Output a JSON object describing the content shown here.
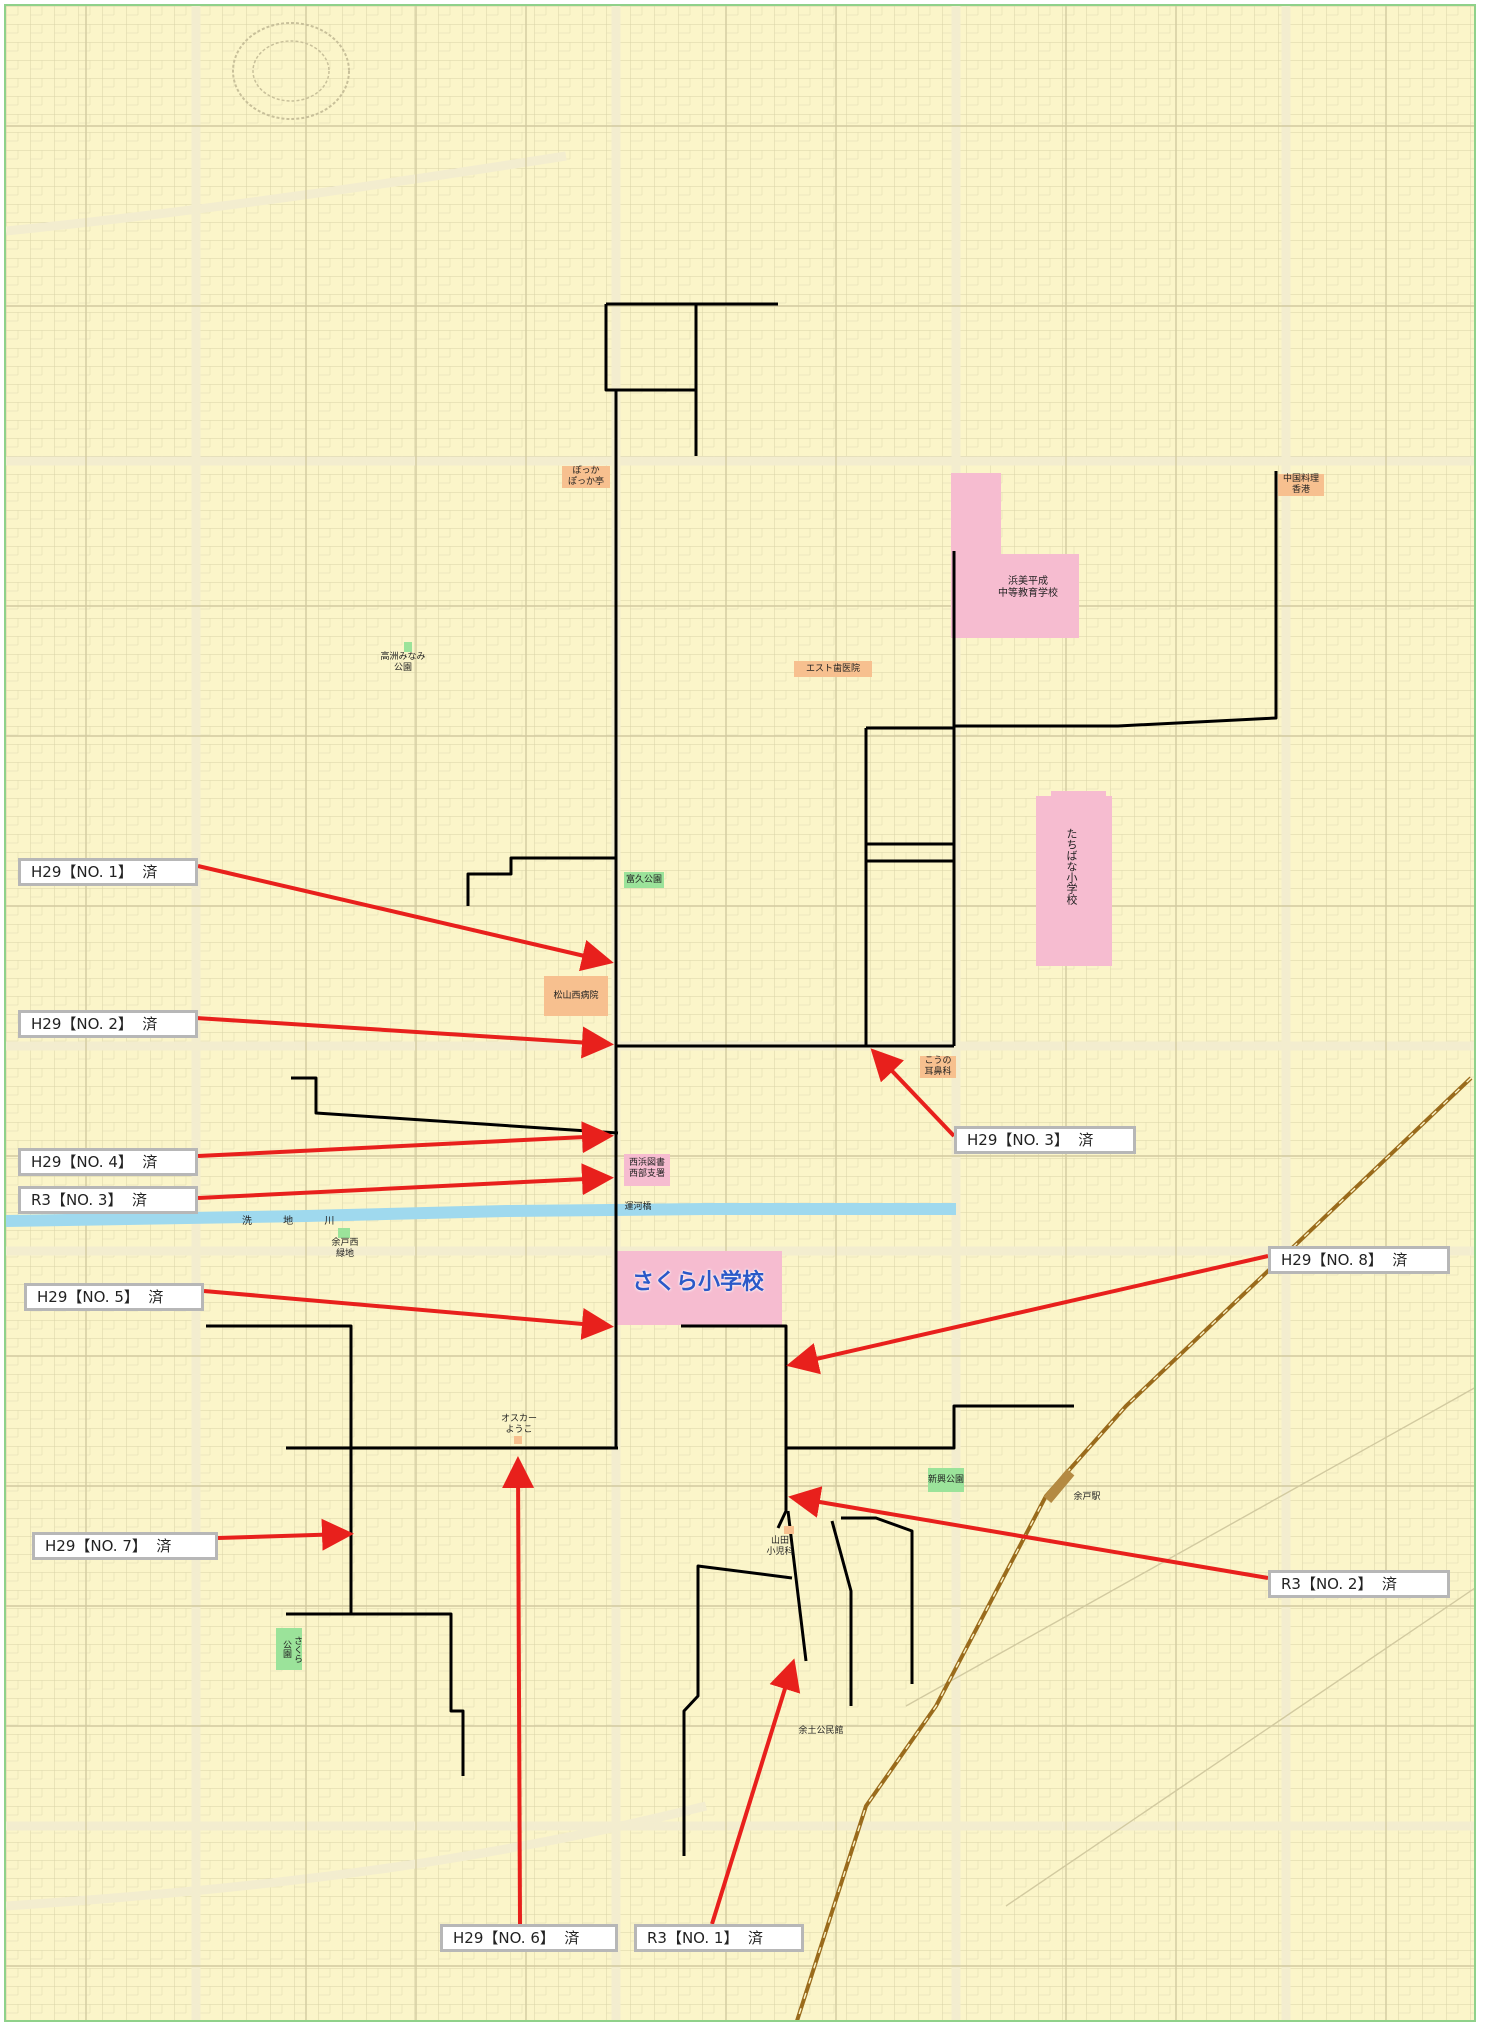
{
  "callouts": [
    {
      "id": "h29-no1",
      "label": "H29【NO. 1】  済"
    },
    {
      "id": "h29-no2",
      "label": "H29【NO. 2】  済"
    },
    {
      "id": "h29-no3",
      "label": "H29【NO. 3】  済"
    },
    {
      "id": "h29-no4",
      "label": "H29【NO. 4】  済"
    },
    {
      "id": "r3-no3",
      "label": "R3【NO. 3】  済"
    },
    {
      "id": "h29-no5",
      "label": "H29【NO. 5】  済"
    },
    {
      "id": "h29-no8",
      "label": "H29【NO. 8】  済"
    },
    {
      "id": "h29-no7",
      "label": "H29【NO. 7】  済"
    },
    {
      "id": "r3-no2",
      "label": "R3【NO. 2】  済"
    },
    {
      "id": "h29-no6",
      "label": "H29【NO. 6】  済"
    },
    {
      "id": "r3-no1",
      "label": "R3【NO. 1】  済"
    }
  ],
  "places": {
    "pokka": "ぽっか\nぽっか亭",
    "chinese_restaurant": "中国料理\n香港",
    "hamami_school": "浜美平成\n中等教育学校",
    "takasu_park": "高洲みなみ\n公園",
    "esto_dental": "エスト歯医院",
    "tachibana_school": "たちばな小学校",
    "tomiku_park": "富久公園",
    "matsuyama_hospital": "松山西病院",
    "kono_clinic": "こうの\n耳鼻科",
    "nishi_library": "西浜図書\n西部支署",
    "river": "洗 地 川",
    "bridge": "運河橋",
    "yodo_green": "余戸西\n緑地",
    "sakura_school": "さくら小学校",
    "oscar": "オスカー\nようこ",
    "shinko_park": "新興公園",
    "yodo_station": "余戸駅",
    "yamada_clinic": "山田\n小児科",
    "sakura_park": "さくら\n公園",
    "community_hall": "余土公民館"
  },
  "colors": {
    "map_background": "#fbf5c9",
    "arrow": "#e8201c",
    "route": "#000000",
    "railway": "#9a6b1c",
    "river": "#9fd9ee",
    "school": "#f6bcd0",
    "park": "#9be39a",
    "facility": "#f7c08f",
    "frame": "#8fd18a"
  }
}
